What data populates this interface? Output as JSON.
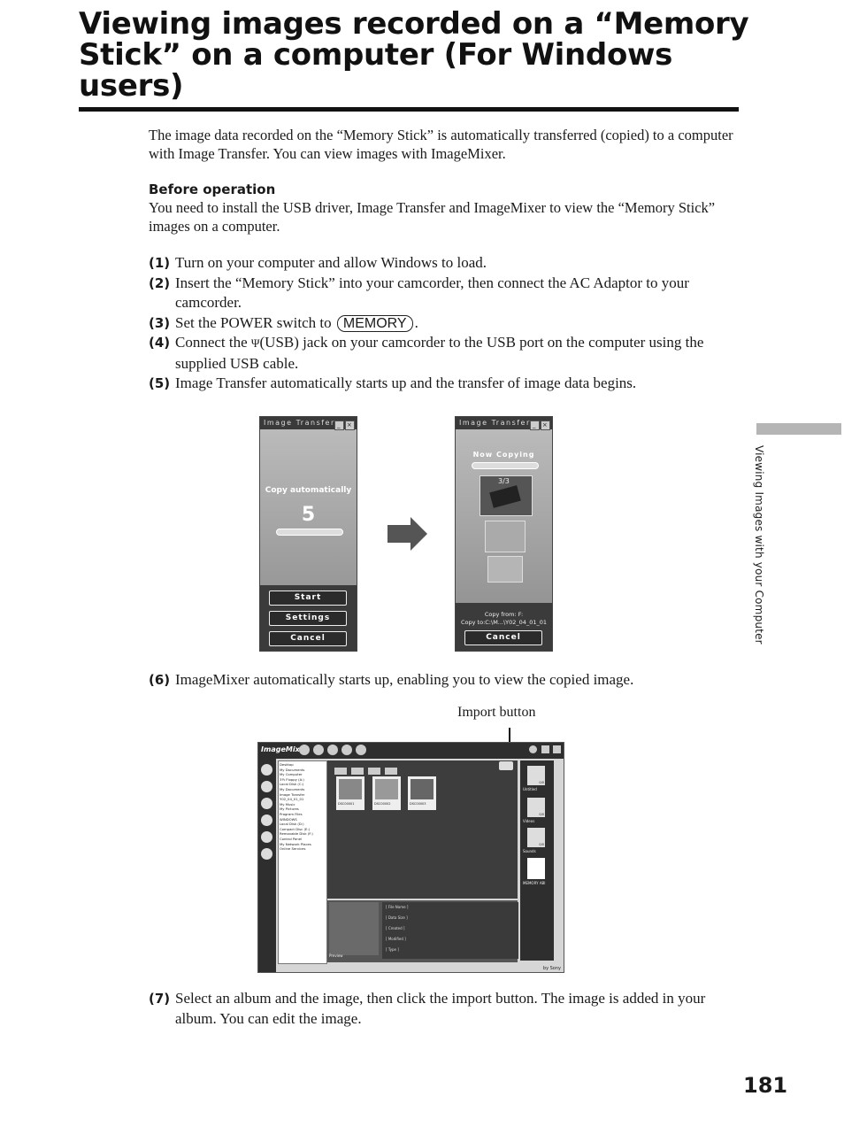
{
  "title": "Viewing images recorded on a “Memory Stick” on a computer (For Windows users)",
  "intro": "The image data recorded on the “Memory Stick” is automatically transferred (copied) to a computer with Image Transfer. You can view images with ImageMixer.",
  "before_heading": "Before operation",
  "before_text": "You need to install the USB driver, Image Transfer and ImageMixer to view the “Memory Stick” images on a computer.",
  "steps": [
    {
      "num": "(1)",
      "text": "Turn on your computer and allow Windows to load."
    },
    {
      "num": "(2)",
      "text": "Insert the “Memory Stick” into your camcorder, then connect the AC Adaptor to your camcorder."
    },
    {
      "num": "(3)",
      "text_before": "Set the POWER switch to",
      "badge": "MEMORY",
      "text_after": "."
    },
    {
      "num": "(4)",
      "text_before": "Connect the",
      "usb_icon": "Ψ",
      "text_after": "(USB) jack on your camcorder to the USB port on the computer using the supplied USB cable."
    },
    {
      "num": "(5)",
      "text": "Image Transfer automatically starts up and the transfer of image data begins."
    },
    {
      "num": "(6)",
      "text": "ImageMixer automatically starts up, enabling you to view the copied image."
    },
    {
      "num": "(7)",
      "text": "Select an album and the image, then click the import button. The image is added in your album. You can edit the image."
    }
  ],
  "screen1": {
    "title": "Image Transfer",
    "copy_label": "Copy automatically",
    "countdown": "5",
    "buttons": [
      "Start",
      "Settings",
      "Cancel"
    ]
  },
  "screen2": {
    "title": "Image Transfer",
    "status": "Now Copying",
    "counter": "3/3",
    "copy_from": "Copy from: F:",
    "copy_to": "Copy to:C:\\M...\\Y02_04_01_01",
    "cancel": "Cancel"
  },
  "import_label": "Import button",
  "imagemixer": {
    "logo": "ImageMixer",
    "thumbs": [
      "DSC00001",
      "DSC00002",
      "DSC00003"
    ],
    "info_fields": [
      "[ File Name ]",
      "[ Data Size ]",
      "[ Created ]",
      "[ Modified ]",
      "[ Type ]"
    ],
    "albums": [
      "Untitled",
      "Videos",
      "Sounds",
      "MEMORY ABI"
    ],
    "album_counts": [
      "0/0",
      "0/0",
      "0/0"
    ],
    "preview": "Preview",
    "tree": [
      "Desktop",
      "My Documents",
      "My Computer",
      "3½ Floppy (A:)",
      "Local Disk (C:)",
      "My Documents",
      "Image Transfer",
      "Y02_04_01_01",
      "My Music",
      "My Pictures",
      "Program Files",
      "WINDOWS",
      "Local Disk (D:)",
      "Compact Disc (E:)",
      "Removable Disk (F:)",
      "Control Panel",
      "My Network Places",
      "Online Services"
    ],
    "brand": "by Sony"
  },
  "side_tab": "Viewing Images with your Computer",
  "page_number": "181",
  "colors": {
    "text": "#1a1a1a",
    "tab": "#b5b5b5",
    "screen_dark": "#3a3a3a"
  }
}
